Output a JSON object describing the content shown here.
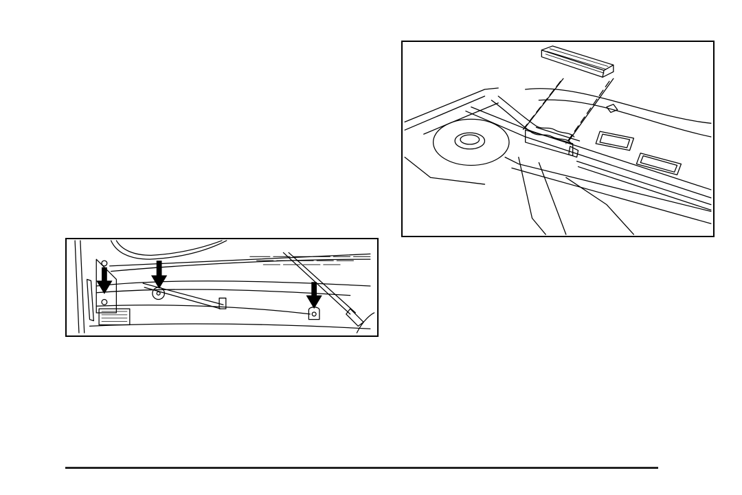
{
  "document": {
    "figures": [
      {
        "id": "cowl-fastener-removal",
        "icon": "cowl-fastener-arrows-illustration"
      },
      {
        "id": "cabin-air-filter-installation",
        "icon": "cabin-filter-exploded-illustration"
      }
    ]
  }
}
